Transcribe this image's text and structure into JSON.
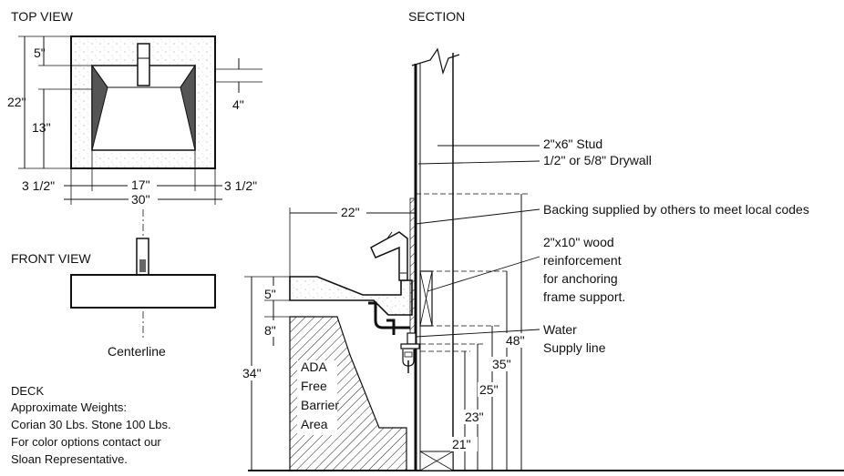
{
  "top_view": {
    "title": "TOP VIEW",
    "dim_5": "5\"",
    "dim_22": "22\"",
    "dim_13": "13\"",
    "dim_4": "4\"",
    "dim_3_5_left": "3 1/2\"",
    "dim_17": "17\"",
    "dim_3_5_right": "3 1/2\"",
    "dim_30": "30\""
  },
  "front_view": {
    "title": "FRONT VIEW",
    "centerline": "Centerline"
  },
  "deck_note": {
    "lines": [
      "DECK",
      "Approximate Weights:",
      "Corian 30 Lbs. Stone 100 Lbs.",
      "For color options contact our",
      "Sloan Representative."
    ]
  },
  "section": {
    "title": "SECTION",
    "dim_22": "22\"",
    "dim_5": "5\"",
    "dim_8": "8\"",
    "dim_34": "34\"",
    "dim_48": "48\"",
    "dim_35": "35\"",
    "dim_25": "25\"",
    "dim_23": "23\"",
    "dim_21": "21\"",
    "ada_lines": [
      "ADA",
      "Free",
      "Barrier",
      "Area"
    ]
  },
  "callouts": {
    "stud": "2\"x6\" Stud",
    "drywall": "1/2\" or 5/8\" Drywall",
    "backing": "Backing supplied by others to meet local codes",
    "wood_lines": [
      "2\"x10\" wood",
      "reinforcement",
      "for anchoring",
      "frame support."
    ],
    "water_lines": [
      "Water",
      "Supply line"
    ]
  }
}
